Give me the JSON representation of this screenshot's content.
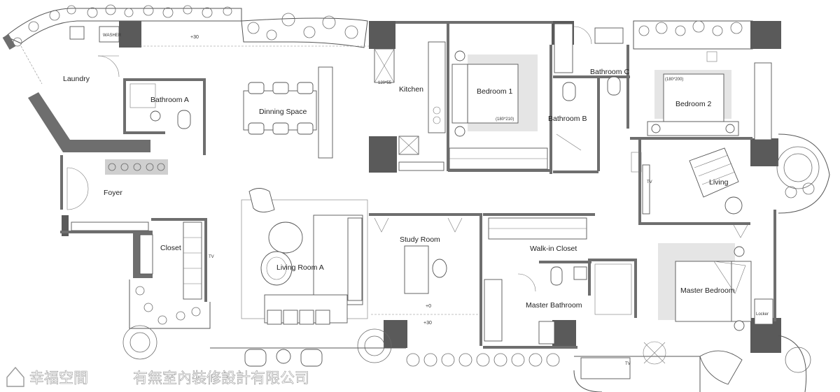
{
  "rooms": {
    "laundry": "Laundry",
    "bathroom_a": "Bathroom A",
    "dining_space": "Dinning Space",
    "kitchen": "Kitchen",
    "bedroom_1": "Bedroom 1",
    "bathroom_b": "Bathroom B",
    "bathroom_c": "Bathroom C",
    "bedroom_2": "Bedroom 2",
    "living": "Living",
    "foyer": "Foyer",
    "closet": "Closet",
    "living_room_a": "Living Room A",
    "study_room": "Study Room",
    "walk_in_closet": "Walk-in Closet",
    "master_bathroom": "Master Bathroom",
    "master_bedroom": "Master Bedroom"
  },
  "annotations": {
    "washer": "WASHER",
    "level_plus30_top": "+30",
    "level_zero": "+0",
    "level_plus30_study": "+30",
    "bed1_size": "(180*210)",
    "bed2_size": "(180*200)",
    "tv_closet": "TV",
    "tv_living": "TV",
    "tv_bottom": "TV",
    "locker": "Locker",
    "fridge_size": "120*55"
  },
  "watermark": {
    "brand": "幸福空間",
    "company": "有無室內裝修設計有限公司"
  }
}
